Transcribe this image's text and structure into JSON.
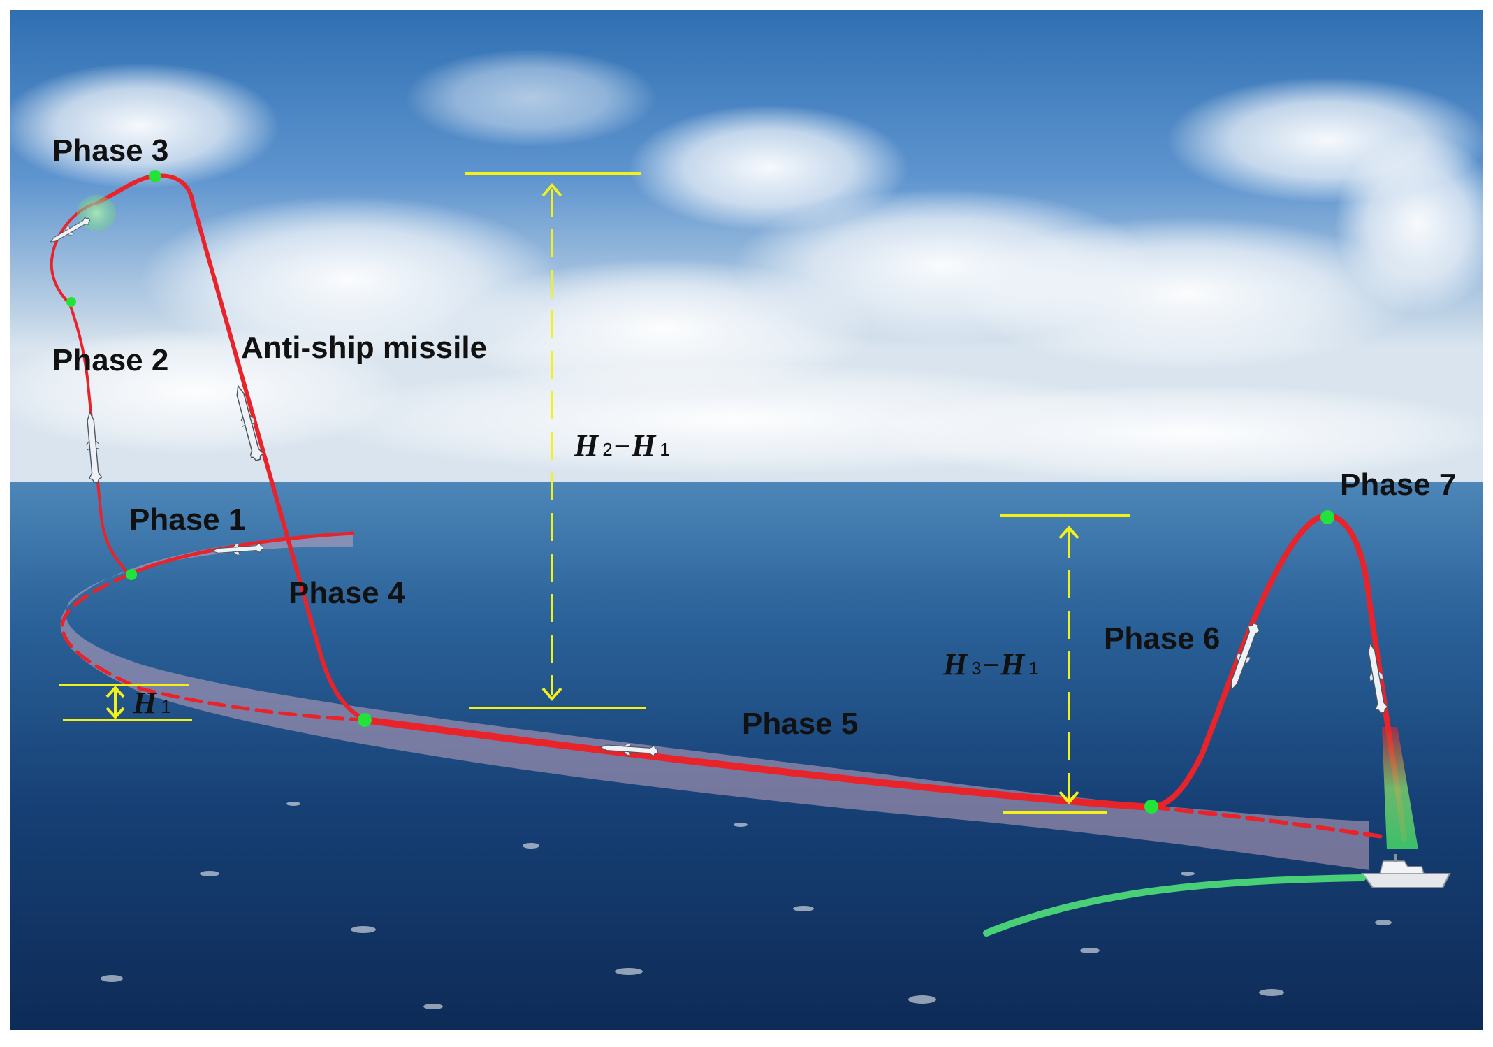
{
  "labels": {
    "phase1": "Phase 1",
    "phase2": "Phase 2",
    "phase3": "Phase 3",
    "phase4": "Phase 4",
    "phase5": "Phase 5",
    "phase6": "Phase 6",
    "phase7": "Phase 7",
    "missile": "Anti-ship missile"
  },
  "heights": {
    "h1": {
      "symbol": "H",
      "sub": "1"
    },
    "h2h1": {
      "symbol_a": "H",
      "sub_a": "2",
      "dash": "−",
      "symbol_b": "H",
      "sub_b": "1"
    },
    "h3h1": {
      "symbol_a": "H",
      "sub_a": "3",
      "dash": "−",
      "symbol_b": "H",
      "sub_b": "1"
    }
  },
  "colors": {
    "trajectory": "#e8232a",
    "waypoint": "#22e33a",
    "dimension": "#f2f21a",
    "radar_track": "#4fe07a"
  }
}
